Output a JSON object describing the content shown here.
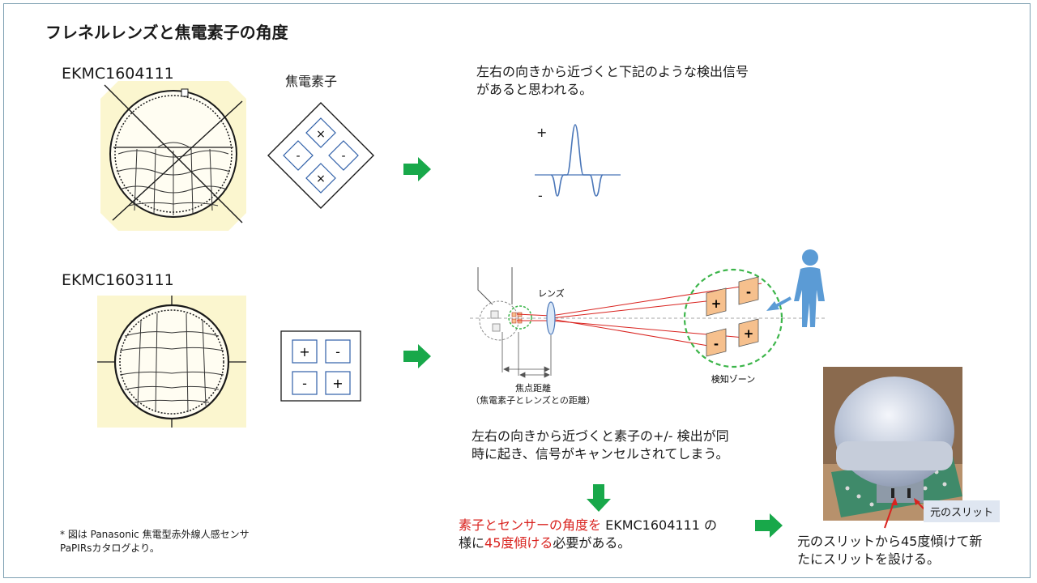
{
  "title": "フレネルレンズと焦電素子の角度",
  "top": {
    "model": "EKMC1604111",
    "element_label": "焦電素子",
    "element_signs": [
      "×",
      "-",
      "-",
      "×"
    ],
    "description_lines": [
      "左右の向きから近づくと下記のような検出信号",
      "があると思われる。"
    ],
    "signal_plus": "+",
    "signal_minus": "-"
  },
  "bottom": {
    "model": "EKMC1603111",
    "element_signs": [
      "+",
      "-",
      "-",
      "+"
    ],
    "lens_label": "レンズ",
    "zone_label": "検知ゾーン",
    "zone_signs": [
      "+",
      "-",
      "-",
      "+"
    ],
    "focal_label": "焦点距離",
    "focal_sub": "（焦電素子とレンズとの距離）",
    "description_lines": [
      "左右の向きから近づくと素子の+/- 検出が同",
      "時に起き、信号がキャンセルされてしまう。"
    ]
  },
  "conclusion": {
    "line1_red": "素子とセンサーの角度を",
    "line1_black": " EKMC1604111 の",
    "line2_a": "様に",
    "line2_red": "45度傾ける",
    "line2_b": "必要がある。"
  },
  "photo": {
    "slit_label": "元のスリット",
    "caption_lines": [
      "元のスリットから45度傾けて新",
      "たにスリットを設ける。"
    ]
  },
  "footnote": [
    "* 図は Panasonic 焦電型赤外線人感センサ",
    "PaPIRsカタログより。"
  ],
  "colors": {
    "arrow_green": "#18a84a",
    "highlight_red": "#d9231f",
    "lens_bg": "#fbf6cf",
    "zone_green": "#3cb54a",
    "zone_element": "#f6c08d",
    "person_blue": "#5b9bd5"
  }
}
